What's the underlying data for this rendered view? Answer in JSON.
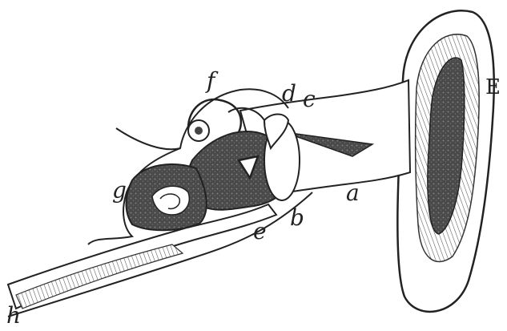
{
  "figure": {
    "labels": {
      "f": "f",
      "d": "d",
      "c": "c",
      "E": "E",
      "g": "g",
      "a": "a",
      "b": "b",
      "e": "e",
      "h": "h"
    }
  },
  "colors": {
    "ink": "#222222",
    "dark_fill": "#3b3b3b",
    "paper": "#ffffff",
    "light_fill": "#f4f4f4"
  }
}
